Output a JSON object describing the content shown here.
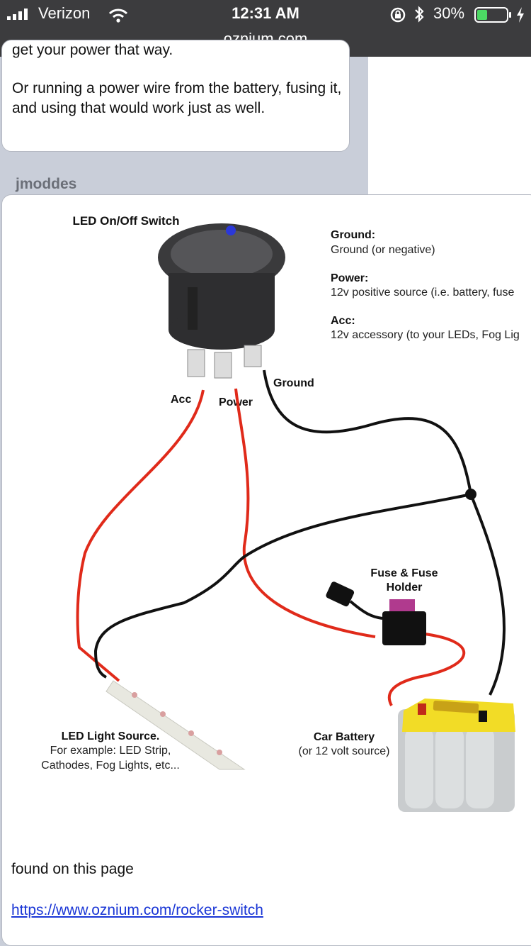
{
  "status_bar": {
    "carrier": "Verizon",
    "time": "12:31 AM",
    "battery_percent": "30%",
    "url": "oznium.com"
  },
  "post_previous": {
    "cut_text": "get your power that way.",
    "text": "Or running a power wire from the battery, fusing it, and using that would work just as well."
  },
  "post": {
    "username": "jmoddes",
    "found_text": "found on this page",
    "link_text": "https://www.oznium.com/rocker-switch"
  },
  "diagram": {
    "switch_title": "LED On/Off Switch",
    "legend": {
      "ground_title": "Ground:",
      "ground_desc": "Ground (or negative)",
      "power_title": "Power:",
      "power_desc": "12v positive source (i.e. battery, fuse",
      "acc_title": "Acc:",
      "acc_desc": "12v accessory (to your LEDs, Fog Lig"
    },
    "wire_labels": {
      "acc": "Acc",
      "power": "Power",
      "ground": "Ground"
    },
    "fuse_label_1": "Fuse & Fuse",
    "fuse_label_2": "Holder",
    "led_title": "LED Light Source.",
    "led_desc_1": "For example: LED Strip,",
    "led_desc_2": "Cathodes, Fog Lights, etc...",
    "battery_title": "Car Battery",
    "battery_desc": "(or 12 volt source)"
  }
}
